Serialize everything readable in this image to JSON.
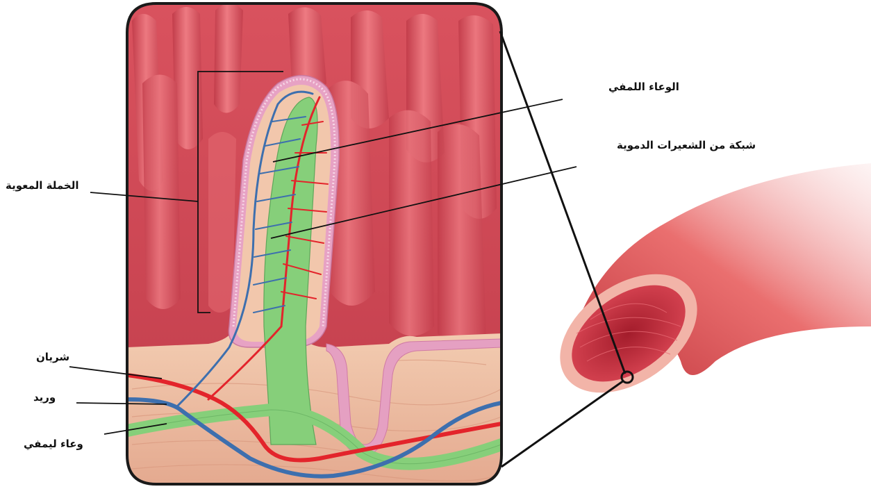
{
  "labels": {
    "lymph_vessel_top": "الوعاء اللمفي",
    "capillary_network": "شبكة من الشعيرات الدموية",
    "villus": "الخملة المعوية",
    "artery": "شريان",
    "vein": "وريد",
    "lymph_vessel_bottom": "وعاء ليمفي"
  },
  "colors": {
    "villus_tissue": "#e05a66",
    "villus_dark": "#b8323f",
    "submucosa": "#f1c4a6",
    "epithelium": "#e59bbd",
    "artery": "#e3242b",
    "vein": "#3d6fae",
    "lymph": "#86cf7a",
    "frame": "#1a1a1a"
  }
}
